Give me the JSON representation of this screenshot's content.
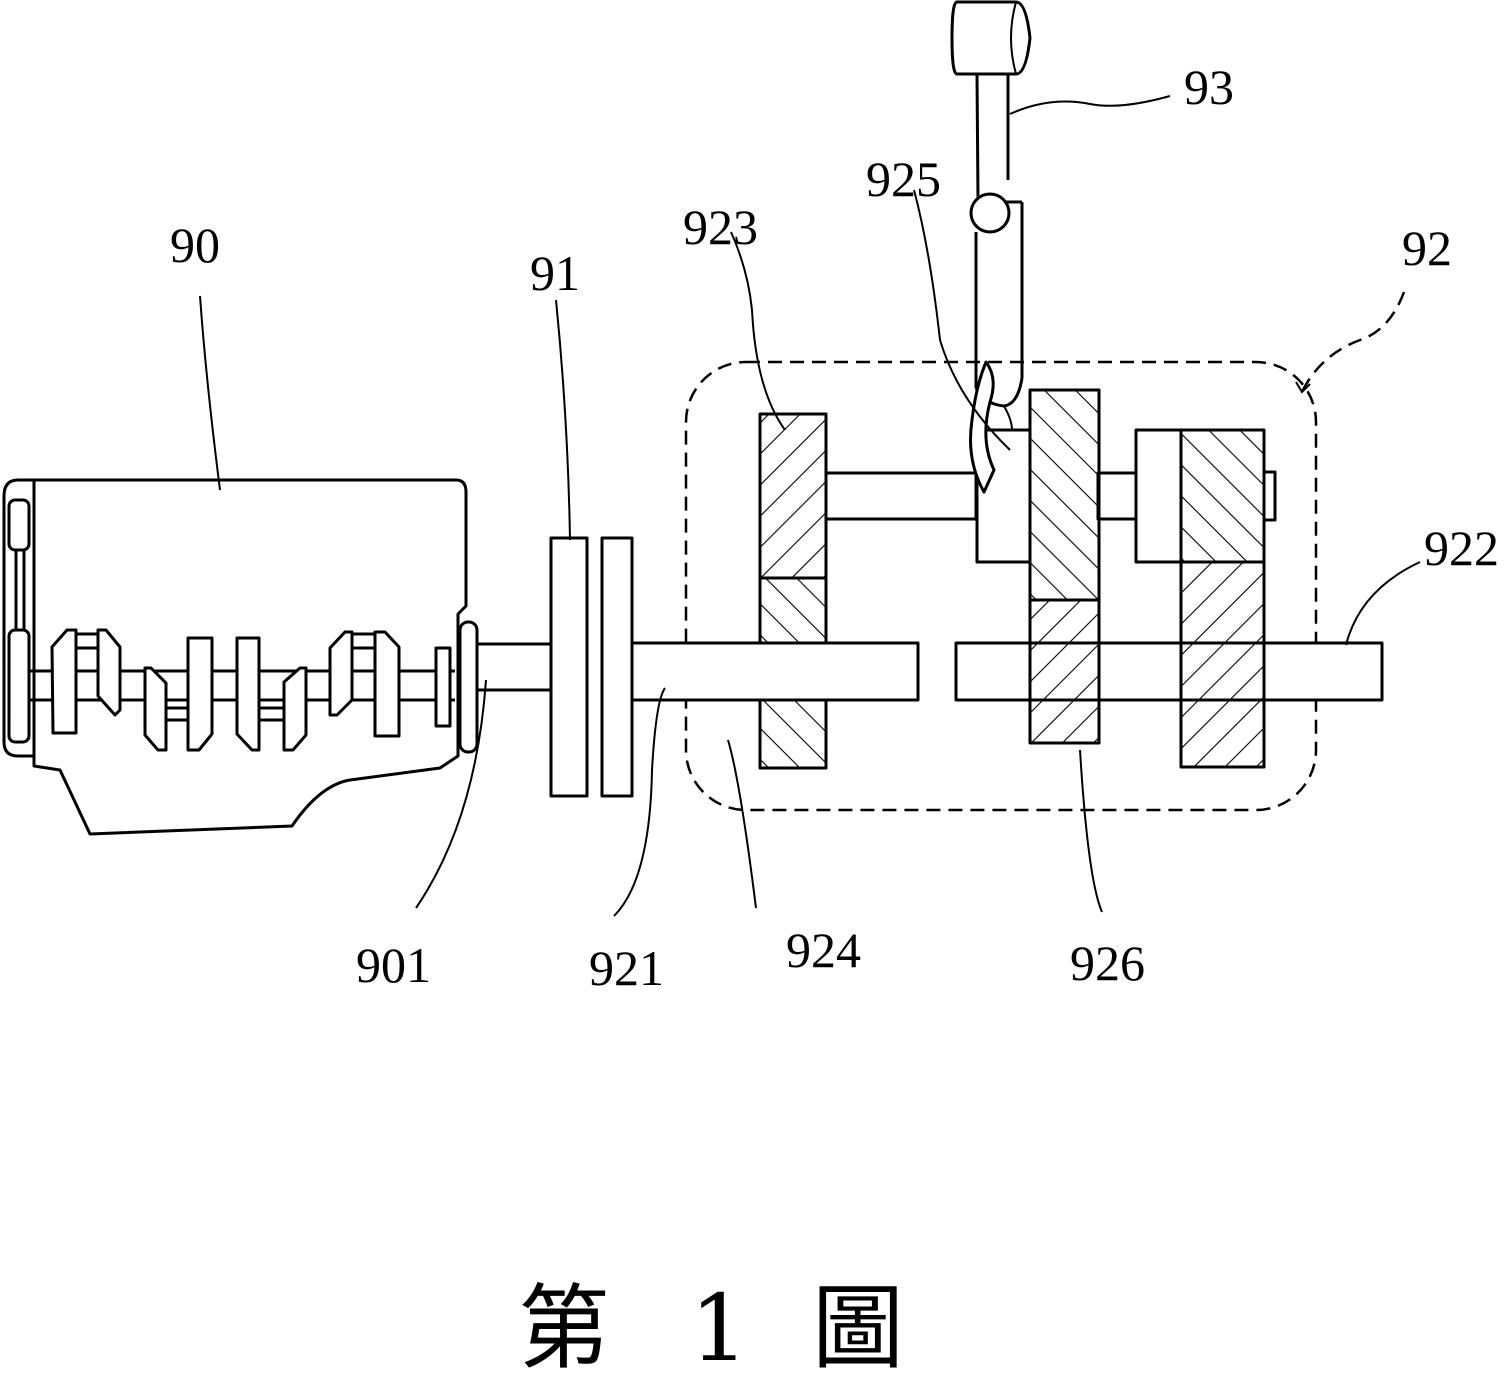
{
  "figure": {
    "caption": {
      "prefix": "第",
      "number": "1",
      "suffix": "圖"
    },
    "labels": {
      "engine": "90",
      "crankshaft_output": "901",
      "clutch": "91",
      "transmission": "92",
      "input_shaft": "921",
      "output_shaft": "922",
      "gear_923": "923",
      "gear_924": "924",
      "shift_fork": "925",
      "gear_926": "926",
      "shift_lever": "93"
    }
  }
}
